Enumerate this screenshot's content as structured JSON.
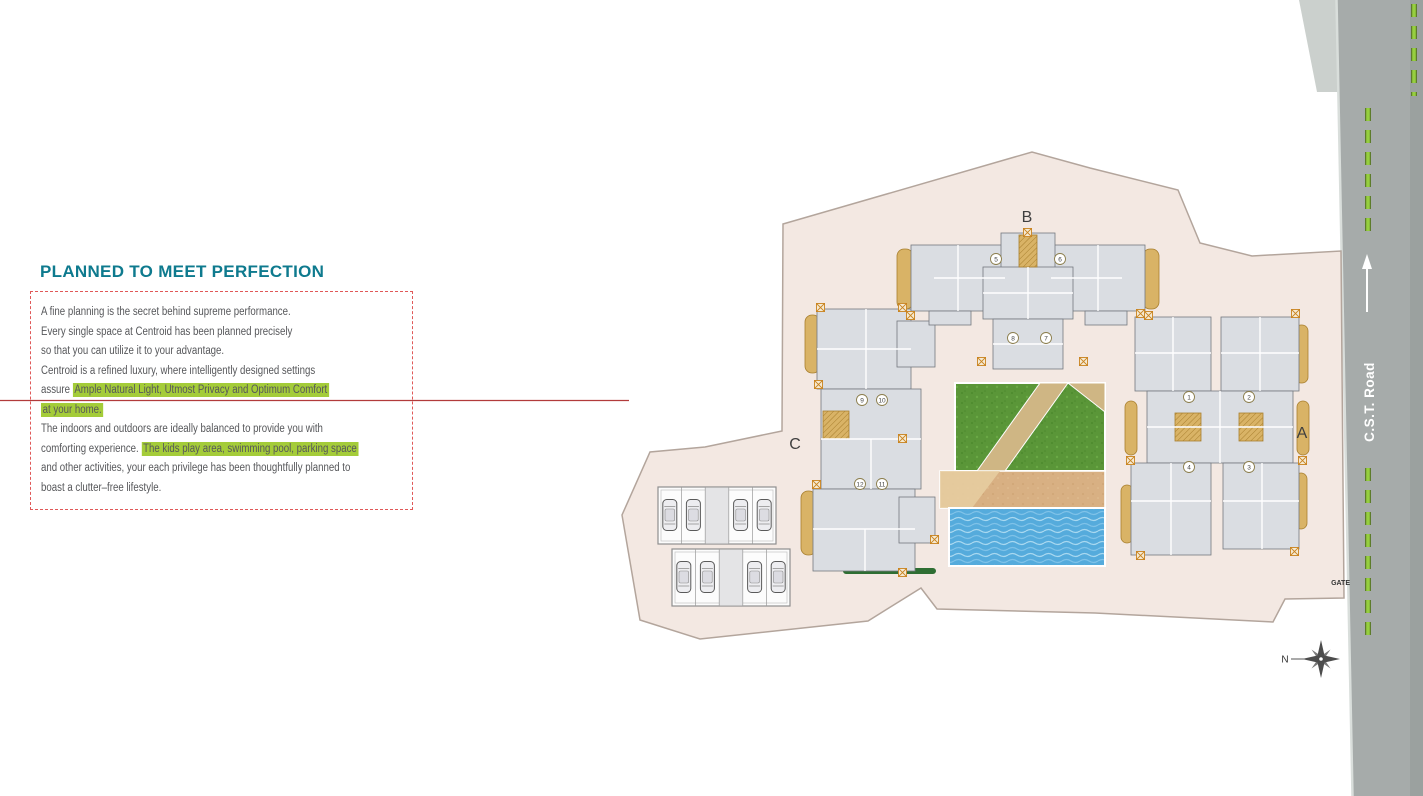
{
  "colors": {
    "heading": "#0e7a8e",
    "highlight": "#a4cc39",
    "dash-red": "#e05858",
    "line-red": "#b23b3b"
  },
  "intro": {
    "heading": "PLANNED TO MEET PERFECTION",
    "lines": [
      [
        {
          "t": "A fine planning is the secret behind supreme performance.",
          "h": false
        }
      ],
      [
        {
          "t": "Every single space at Centroid has been planned precisely",
          "h": false
        }
      ],
      [
        {
          "t": "so that you can utilize it to your advantage.",
          "h": false
        }
      ],
      [
        {
          "t": "Centroid is a refined luxury, where intelligently designed settings",
          "h": false
        }
      ],
      [
        {
          "t": "assure ",
          "h": false
        },
        {
          "t": "Ample Natural Light, Utmost Privacy and Optimum Comfort",
          "h": true
        }
      ],
      [
        {
          "t": "at your home.",
          "h": true
        }
      ],
      [
        {
          "t": "The indoors and outdoors are ideally balanced to provide you with",
          "h": false
        }
      ],
      [
        {
          "t": "comforting experience. ",
          "h": false
        },
        {
          "t": "The kids play area, swimming pool, parking space",
          "h": true
        }
      ],
      [
        {
          "t": "and other activities, your each privilege has been thoughtfully planned to",
          "h": false
        }
      ],
      [
        {
          "t": "boast a clutter–free lifestyle.",
          "h": false
        }
      ]
    ]
  },
  "site_plan": {
    "road_label": "C.S.T. Road",
    "gate_label": "GATE",
    "compass_label": "N",
    "buildings": [
      {
        "label": "A",
        "units": [
          "1",
          "2",
          "3",
          "4"
        ]
      },
      {
        "label": "B",
        "units": [
          "5",
          "6",
          "7",
          "8"
        ]
      },
      {
        "label": "C",
        "units": [
          "9",
          "10",
          "11",
          "12"
        ]
      }
    ],
    "colors": {
      "site_fill": "#f3e8e2",
      "building_fill": "#dadde2",
      "accent_tan": "#d9b366",
      "lawn_green": "#5a9638",
      "sand": "#d8b083",
      "pool_blue": "#55abdc",
      "road_gray": "#a6abaa",
      "median_green": "#96cf3f"
    }
  }
}
